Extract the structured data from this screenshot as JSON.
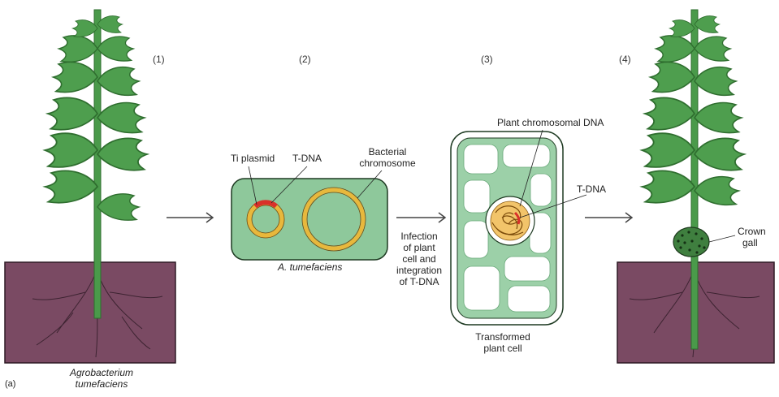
{
  "figure": {
    "panel_label": "(a)",
    "steps": [
      "(1)",
      "(2)",
      "(3)",
      "(4)"
    ]
  },
  "plant_left": {
    "organism_line1": "Agrobacterium",
    "organism_line2": "tumefaciens"
  },
  "bacterium": {
    "ti_plasmid": "Ti plasmid",
    "t_dna": "T-DNA",
    "bacterial_chromosome_line1": "Bacterial",
    "bacterial_chromosome_line2": "chromosome",
    "species": "A. tumefaciens"
  },
  "process": {
    "line1": "Infection",
    "line2": "of plant",
    "line3": "cell and",
    "line4": "integration",
    "line5": "of T-DNA"
  },
  "plant_cell": {
    "chromosomal_dna": "Plant chromosomal DNA",
    "t_dna": "T-DNA",
    "caption_line1": "Transformed",
    "caption_line2": "plant cell"
  },
  "plant_right": {
    "gall_line1": "Crown",
    "gall_line2": "gall"
  },
  "colors": {
    "stem": "#4a9a4a",
    "leaf": "#4e9e4e",
    "leaf_dark": "#2f6e2f",
    "soil": "#7a4a63",
    "soil_outline": "#2e1a25",
    "bacterium_fill": "#8ec89b",
    "plasmid_ring": "#e8b83c",
    "t_dna_segment": "#d9302a",
    "cell_wall": "#9cd0a8",
    "nucleus": "#e8a53a",
    "gall": "#2a5a2a"
  }
}
